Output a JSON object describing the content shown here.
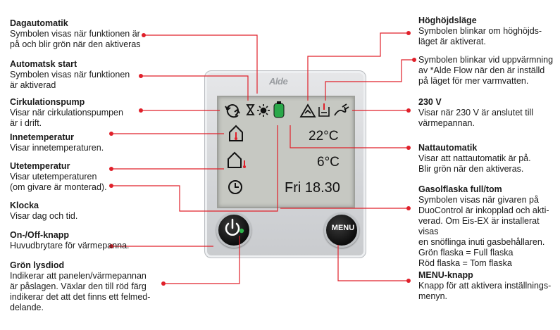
{
  "display": {
    "brand": "Alde",
    "inside_temp": "22°C",
    "outside_temp": "6°C",
    "day_time": "Fri 18.30",
    "menu_button": "MENU"
  },
  "callouts": {
    "dagautomatik": {
      "title": "Dagautomatik",
      "desc": "Symbolen visas när funktionen är\npå och blir grön när den aktiveras"
    },
    "automatisk_start": {
      "title": "Automatsk start",
      "desc": "Symbolen visas när funktionen\när aktiverad"
    },
    "cirkulationspump": {
      "title": "Cirkulationspump",
      "desc": "Visar när cirkulationspumpen\när i drift."
    },
    "innetemperatur": {
      "title": "Innetemperatur",
      "desc": "Visar innetemperaturen."
    },
    "utetemperatur": {
      "title": "Utetemperatur",
      "desc": "Visar utetemperaturen\n(om givare är monterad)."
    },
    "klocka": {
      "title": "Klocka",
      "desc": "Visar dag och tid."
    },
    "on_off": {
      "title": "On-/Off-knapp",
      "desc": "Huvudbrytare för värmepanna."
    },
    "gron_lysdiod": {
      "title": "Grön lysdiod",
      "desc": "Indikerar att panelen/värmepannan\när påslagen. Växlar den till röd färg\nindikerar det att det finns ett felmed-\ndelande."
    },
    "hoghojdslage": {
      "title": "Höghöjdsläge",
      "desc": "Symbolen blinkar om höghöjds-\nläget är aktiverat."
    },
    "varmvatten": {
      "title": "",
      "desc": "Symbolen blinkar vid uppvärmning\nav *Alde Flow när den är inställd\npå läget för mer varmvatten."
    },
    "v230": {
      "title": "230 V",
      "desc": "Visar när 230 V är anslutet till\nvärmepannan."
    },
    "nattautomatik": {
      "title": "Nattautomatik",
      "desc": "Visar att nattautomatik är på.\nBlir grön när den aktiveras."
    },
    "gasolflaska": {
      "title": "Gasolflaska full/tom",
      "desc": "Symbolen visas när givaren på\nDuoControl är inkopplad och akti-\nverad. Om Eis-EX är installerat visas\nen snöflinga inuti gasbehållaren.\nGrön flaska = Full flaska\nRöd flaska = Tom flaska"
    },
    "menu_knapp": {
      "title": "MENU-knapp",
      "desc": "Knapp för att aktivera inställnings-\nmenyn."
    }
  },
  "colors": {
    "leader": "#e0202a",
    "led": "#2db34a",
    "gas_bottle": "#2aa84a"
  }
}
